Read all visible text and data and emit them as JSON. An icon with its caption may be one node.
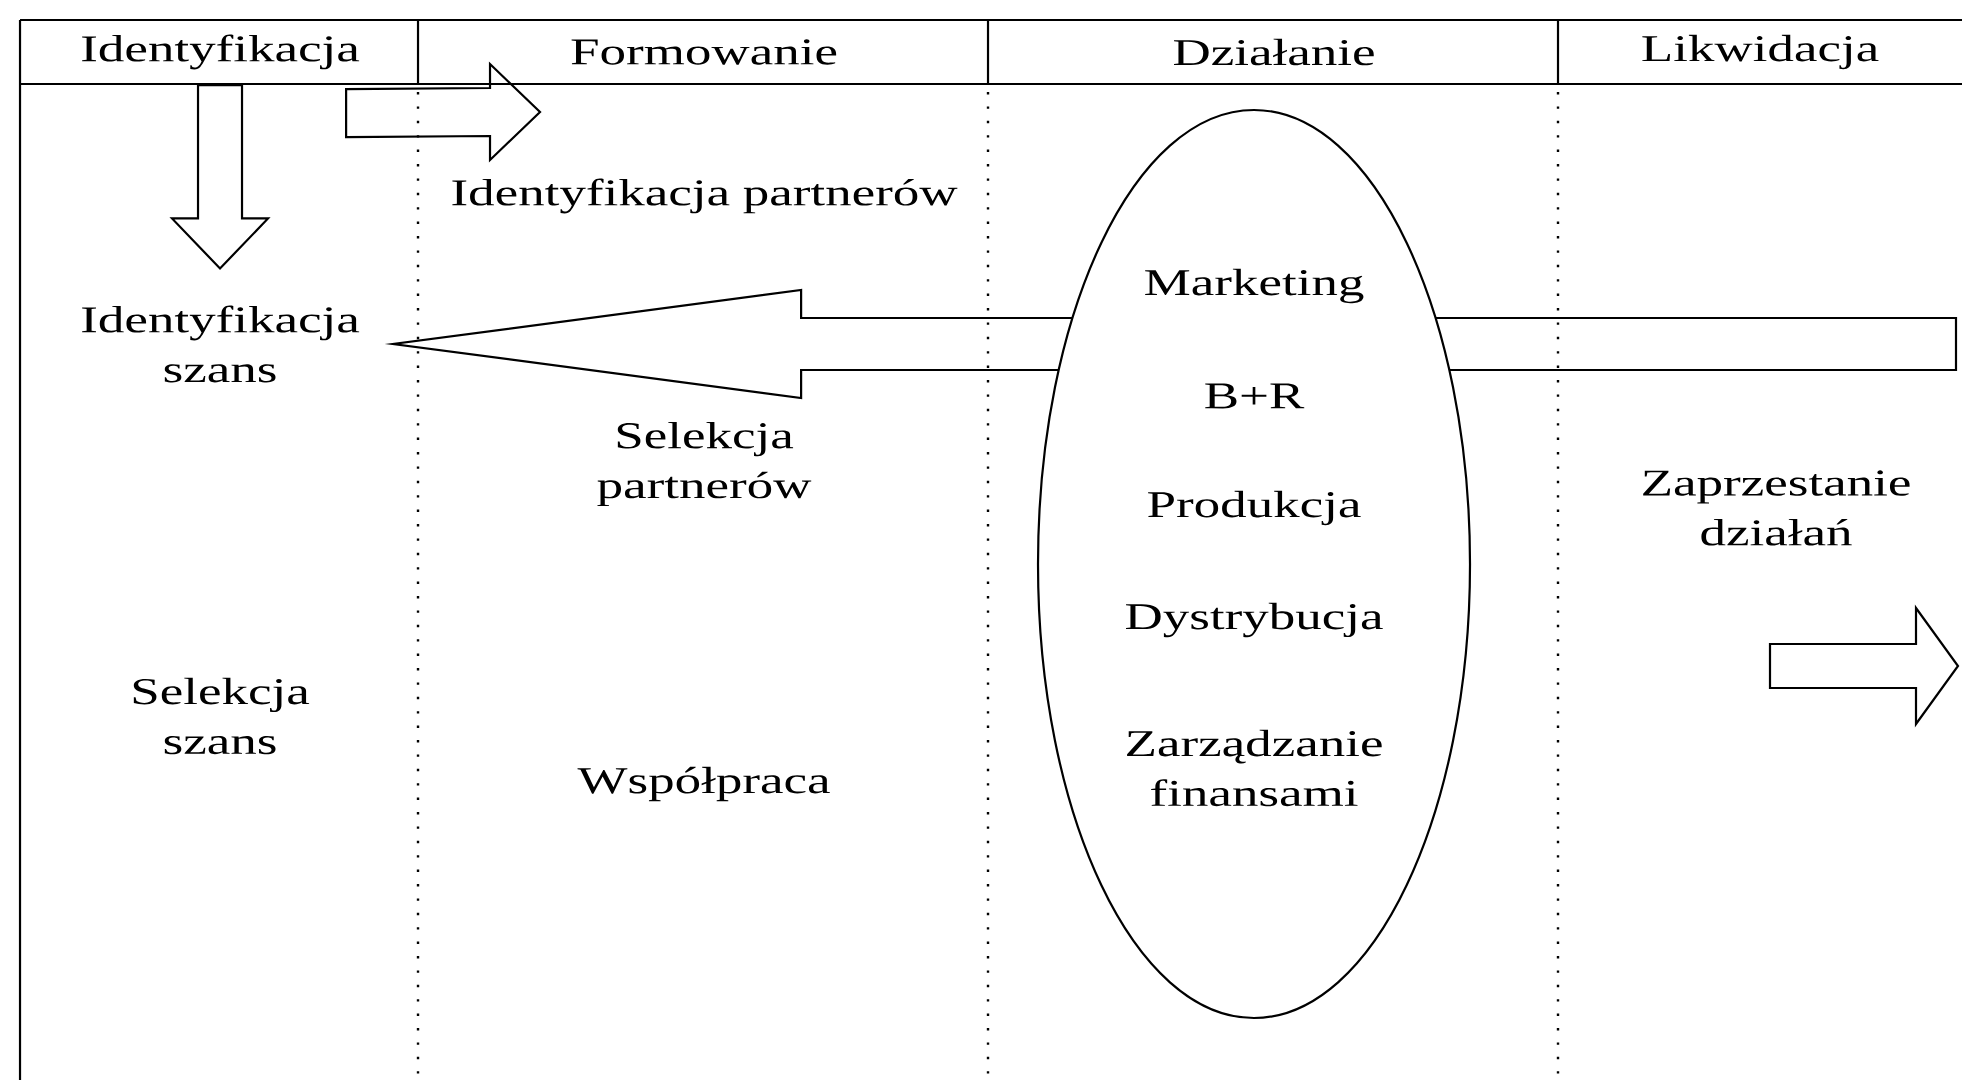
{
  "diagram": {
    "nodes": [
      {
        "text": [
          "Identyfikacja"
        ]
      },
      {
        "text": [
          "Formowanie"
        ]
      },
      {
        "text": [
          "Działanie"
        ]
      },
      {
        "text": [
          "Likwidacja"
        ]
      },
      {
        "text": [
          "Identyfikacja szans"
        ]
      },
      {
        "text": [
          "Selekcja szans"
        ]
      },
      {
        "text": [
          "Identyfikacja partnerów"
        ]
      },
      {
        "text": [
          "Selekcja partnerów"
        ]
      },
      {
        "text": [
          "Współpraca"
        ]
      },
      {
        "text": [
          "Marketing",
          "B+R",
          "Produkcja",
          "Dystrybucja",
          "Zarządzanie finansami"
        ]
      },
      {
        "text": [
          "Zaprzestanie działań"
        ]
      }
    ],
    "edges": [
      {
        "from": 0,
        "to": 4,
        "arrow": "to"
      },
      {
        "from": 0,
        "to": null,
        "arrow": "to"
      },
      {
        "from": null,
        "to": 4,
        "arrow": "to"
      }
    ]
  }
}
